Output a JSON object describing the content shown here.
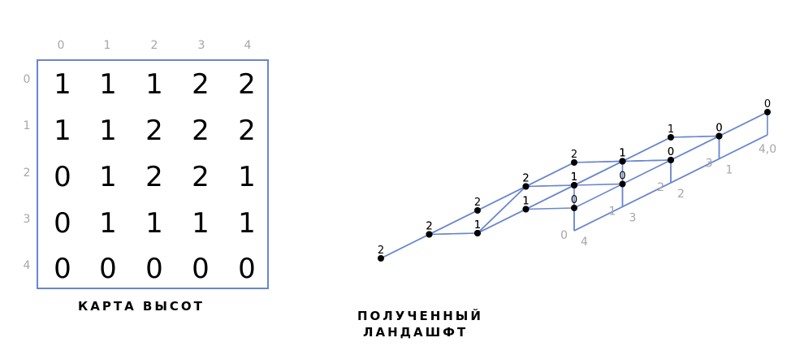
{
  "heightmap": {
    "col_indices": [
      "0",
      "1",
      "2",
      "3",
      "4"
    ],
    "row_indices": [
      "0",
      "1",
      "2",
      "3",
      "4"
    ],
    "values": [
      [
        "1",
        "1",
        "1",
        "2",
        "2"
      ],
      [
        "1",
        "1",
        "2",
        "2",
        "2"
      ],
      [
        "0",
        "1",
        "2",
        "2",
        "1"
      ],
      [
        "0",
        "1",
        "1",
        "1",
        "1"
      ],
      [
        "0",
        "0",
        "0",
        "0",
        "0"
      ]
    ],
    "caption": "КАРТА ВЫСОТ"
  },
  "landscape": {
    "caption_line1": "ПОЛУЧЕННЫЙ",
    "caption_line2": "ЛАНДАШФТ",
    "axis_left": [
      "0",
      "1",
      "2",
      "3"
    ],
    "axis_right": [
      "1",
      "2",
      "3",
      "4"
    ],
    "corner_label": "4,0",
    "colors": {
      "line": "#6a86cf",
      "node": "#000000",
      "axis_text": "#a6a6a6"
    }
  }
}
